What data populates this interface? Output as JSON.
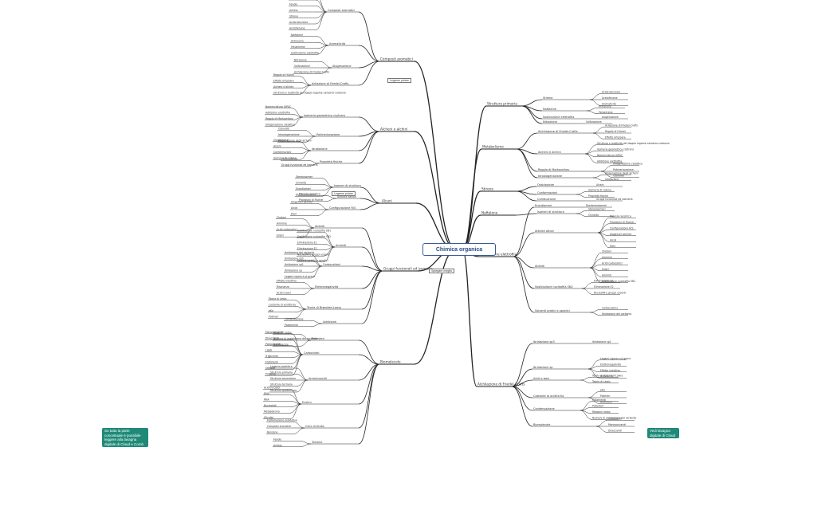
{
  "central": "Chimica organica",
  "badge_center": "Spiegare meglio",
  "tags": {
    "left": "Su tutta la parte concettuale è possibile leggere alla lavagna digitale di Cloud e Comb",
    "right": "Vedi lavagna digitale di Cloud"
  },
  "boxed_labels": {
    "a": "Legame polare",
    "b": "Legame polare"
  },
  "nodes": [
    {
      "t": "Composti aromatici"
    },
    {
      "t": "Benzene"
    },
    {
      "t": "Toluene"
    },
    {
      "t": "Fenolo"
    },
    {
      "t": "Anilina"
    },
    {
      "t": "Stirene"
    },
    {
      "t": "Acido benzoico"
    },
    {
      "t": "Acetofenone"
    },
    {
      "t": "Aromaticità"
    },
    {
      "t": "Naftalene"
    },
    {
      "t": "Antracene"
    },
    {
      "t": "Fenantrene"
    },
    {
      "t": "Sostituzione elettrofila"
    },
    {
      "t": "Alogenazione"
    },
    {
      "t": "Nitrazione"
    },
    {
      "t": "Solfonazione"
    },
    {
      "t": "Alchilazione di Friedel-Crafts"
    },
    {
      "t": "Acilazione di Friedel-Crafts"
    },
    {
      "t": "Regola di Hückel"
    },
    {
      "t": "Effetto orto/para"
    },
    {
      "t": "Alcheni e alchini"
    },
    {
      "t": "Struttura e reattività del doppio legame carbonio-carbonio"
    },
    {
      "t": "Isomeria geometrica cis/trans"
    },
    {
      "t": "Nomenclatura IUPAC"
    },
    {
      "t": "Addizione elettrofila"
    },
    {
      "t": "Regola di Markovnikov"
    },
    {
      "t": "Idrogenazione catalitica"
    },
    {
      "t": "Polimerizzazione"
    },
    {
      "t": "Ozonolisi"
    },
    {
      "t": "Idroalogenazione"
    },
    {
      "t": "Alogenazione degli alcheni"
    },
    {
      "t": "Idratazione"
    },
    {
      "t": "Ossidazione"
    },
    {
      "t": "Alcani"
    },
    {
      "t": "Conformazioni"
    },
    {
      "t": "Isomeria di catena"
    },
    {
      "t": "Proprietà fisiche"
    },
    {
      "t": "Combustione"
    },
    {
      "t": "Gruppi funzionali ed isomeria"
    },
    {
      "t": "Isomeri di struttura"
    },
    {
      "t": "Stereoisomeri"
    },
    {
      "t": "Chiralità"
    },
    {
      "t": "Enantiomeri"
    },
    {
      "t": "Diastereoisomeri"
    },
    {
      "t": "Attività ottica"
    },
    {
      "t": "Miscela racemica"
    },
    {
      "t": "Proiezioni di Fischer"
    },
    {
      "t": "Configurazione R/S"
    },
    {
      "t": "Alogenuri alchilici"
    },
    {
      "t": "Alcoli"
    },
    {
      "t": "Eteri"
    },
    {
      "t": "Aldeidi"
    },
    {
      "t": "Chetoni"
    },
    {
      "t": "Ammine"
    },
    {
      "t": "Acidi carbossilici"
    },
    {
      "t": "Esteri"
    },
    {
      "t": "Ammidi"
    },
    {
      "t": "Sostituzione nucleofila SN1"
    },
    {
      "t": "Sostituzione nucleofila SN2"
    },
    {
      "t": "Eliminazione E1"
    },
    {
      "t": "Eliminazione E2"
    },
    {
      "t": "Nucleofili e gruppi uscenti"
    },
    {
      "t": "Solventi protici e aprotici"
    },
    {
      "t": "Carbocationi"
    },
    {
      "t": "Ibridazione del carbonio"
    },
    {
      "t": "Ibridazione sp3"
    },
    {
      "t": "Ibridazione sp2"
    },
    {
      "t": "Ibridazione sp"
    },
    {
      "t": "Legami sigma e pi greco"
    },
    {
      "t": "Elettronegatività"
    },
    {
      "t": "Effetto induttivo"
    },
    {
      "t": "Risonanza"
    },
    {
      "t": "Acidi e basi"
    },
    {
      "t": "Teoria di Brønsted-Lowry"
    },
    {
      "t": "Teoria di Lewis"
    },
    {
      "t": "Costante di acidità Ka"
    },
    {
      "t": "pKa"
    },
    {
      "t": "Polimeri"
    },
    {
      "t": "Addizione"
    },
    {
      "t": "Condensazione"
    },
    {
      "t": "Poliammidi"
    },
    {
      "t": "Poliesteri"
    },
    {
      "t": "Reazioni redox"
    },
    {
      "t": "Numero di ossidazione del carbonio"
    },
    {
      "t": "Biomolecole"
    },
    {
      "t": "Carboidrati"
    },
    {
      "t": "Monosaccaridi"
    },
    {
      "t": "Disaccaridi"
    },
    {
      "t": "Polisaccaridi"
    },
    {
      "t": "Lipidi"
    },
    {
      "t": "Trigliceridi"
    },
    {
      "t": "Fosfolipidi"
    },
    {
      "t": "Steroidi"
    },
    {
      "t": "Proteine"
    },
    {
      "t": "Amminoacidi"
    },
    {
      "t": "Legame peptidico"
    },
    {
      "t": "Struttura primaria"
    },
    {
      "t": "Struttura secondaria"
    },
    {
      "t": "Struttura terziaria"
    },
    {
      "t": "Struttura quaternaria"
    },
    {
      "t": "Enzimi"
    },
    {
      "t": "Acidi nucleici"
    },
    {
      "t": "DNA"
    },
    {
      "t": "RNA"
    },
    {
      "t": "Nucleotidi"
    },
    {
      "t": "Metabolismo"
    },
    {
      "t": "Glicolisi"
    },
    {
      "t": "Ciclo di Krebs"
    },
    {
      "t": "Fosforilazione ossidativa"
    }
  ]
}
